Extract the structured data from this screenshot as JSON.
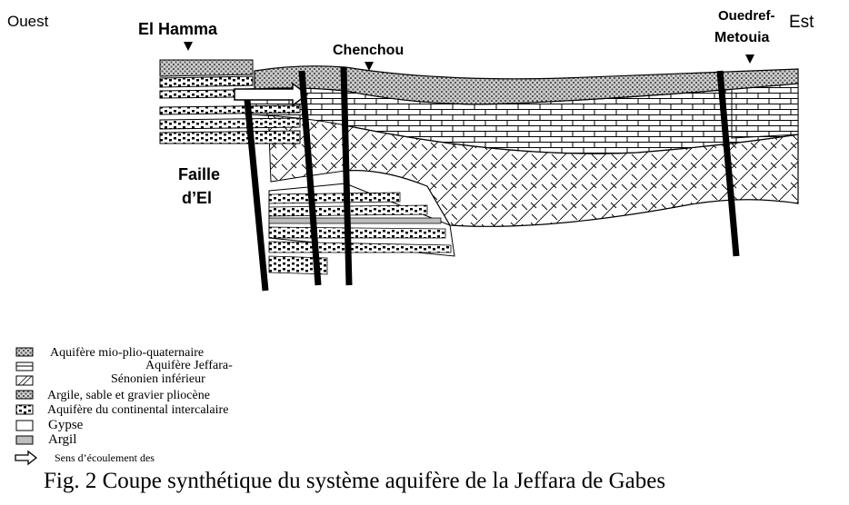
{
  "orientation": {
    "west": "Ouest",
    "east": "Est"
  },
  "locations": {
    "el_hamma": "El Hamma",
    "chenchou": "Chenchou",
    "ouedref": "Ouedref-",
    "metouia": "Metouia"
  },
  "fault_label": {
    "line1": "Faille",
    "line2": "d’El"
  },
  "legend": [
    {
      "label": "Aquifère mio-plio-quaternaire",
      "pattern": "stipple"
    },
    {
      "label": "Aquifère Jeffara-",
      "pattern": "brick"
    },
    {
      "label": "Sénonien inférieur",
      "pattern": "hatch"
    },
    {
      "label": "Argile, sable et gravier pliocène",
      "pattern": "stipple"
    },
    {
      "label": "Aquifère du continental intercalaire",
      "pattern": "dots"
    },
    {
      "label": "Gypse",
      "pattern": "blank"
    },
    {
      "label": "Argil",
      "pattern": "grey"
    },
    {
      "label": "Sens d’écoulement des",
      "pattern": "arrow"
    }
  ],
  "caption": "Fig. 2 Coupe synthétique du système aquifère de la Jeffara de Gabes"
}
